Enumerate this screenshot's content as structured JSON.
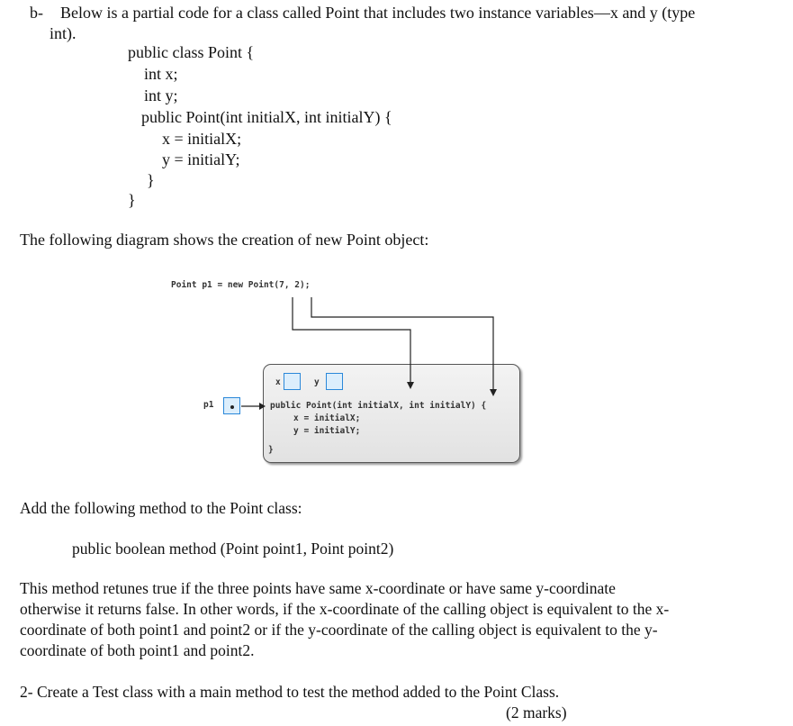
{
  "question": {
    "label": "b-",
    "intro_line1": "Below is a partial code for a class called Point that includes two instance variables—x and y (type",
    "intro_line2": "int)."
  },
  "code": [
    "public class Point {",
    "int x;",
    "int y;",
    "public Point(int initialX, int initialY) {",
    "x = initialX;",
    "y = initialY;",
    "}",
    "}"
  ],
  "diagram_caption": "The following diagram shows the creation of new Point object:",
  "diagram": {
    "statement": "Point p1 = new Point(7, 2);",
    "var_label": "p1",
    "field_x": "x",
    "field_y": "y",
    "ctor_line1": "public Point(int initialX, int initialY) {",
    "ctor_line2": "x = initialX;",
    "ctor_line3": "y = initialY;",
    "ctor_close": "}"
  },
  "task": {
    "intro": "Add the following method to the Point class:",
    "signature": "public boolean method (Point point1, Point point2)",
    "desc": [
      "This method retunes true if the three points have same x-coordinate or have same y-coordinate",
      "otherwise it returns false. In other words, if the x-coordinate of the calling object is equivalent to the x-",
      "coordinate of both point1 and point2 or if the y-coordinate of the calling object is equivalent to the y-",
      "coordinate of both point1 and point2."
    ],
    "part2": "2- Create a Test class with a main method to test the method added to the Point Class.",
    "marks": "(2 marks)"
  }
}
